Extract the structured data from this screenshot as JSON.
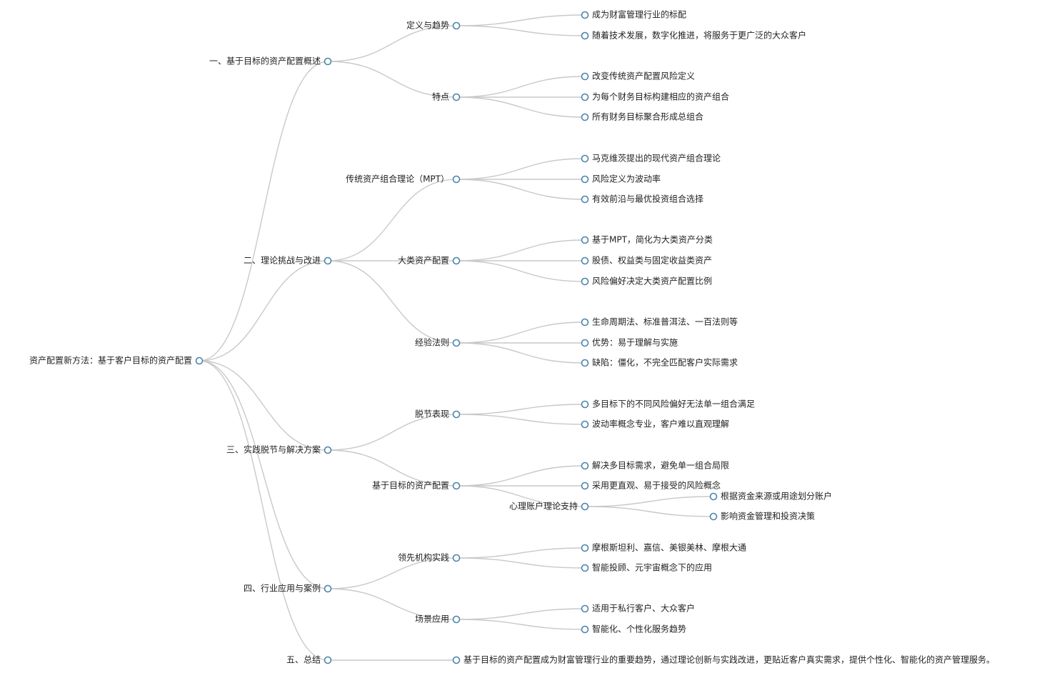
{
  "mindmap": {
    "root": {
      "label": "资产配置新方法：基于客户目标的资产配置",
      "children": [
        {
          "label": "一、基于目标的资产配置概述",
          "children": [
            {
              "label": "定义与趋势",
              "children": [
                {
                  "label": "成为财富管理行业的标配"
                },
                {
                  "label": "随着技术发展，数字化推进，将服务于更广泛的大众客户"
                }
              ]
            },
            {
              "label": "特点",
              "children": [
                {
                  "label": "改变传统资产配置风险定义"
                },
                {
                  "label": "为每个财务目标构建相应的资产组合"
                },
                {
                  "label": "所有财务目标聚合形成总组合"
                }
              ]
            }
          ]
        },
        {
          "label": "二、理论挑战与改进",
          "children": [
            {
              "label": "传统资产组合理论（MPT）",
              "children": [
                {
                  "label": "马克维茨提出的现代资产组合理论"
                },
                {
                  "label": "风险定义为波动率"
                },
                {
                  "label": "有效前沿与最优投资组合选择"
                }
              ]
            },
            {
              "label": "大类资产配置",
              "children": [
                {
                  "label": "基于MPT，简化为大类资产分类"
                },
                {
                  "label": "股债、权益类与固定收益类资产"
                },
                {
                  "label": "风险偏好决定大类资产配置比例"
                }
              ]
            },
            {
              "label": "经验法则",
              "children": [
                {
                  "label": "生命周期法、标准普洱法、一百法则等"
                },
                {
                  "label": "优势：易于理解与实施"
                },
                {
                  "label": "缺陷：僵化，不完全匹配客户实际需求"
                }
              ]
            }
          ]
        },
        {
          "label": "三、实践脱节与解决方案",
          "children": [
            {
              "label": "脱节表现",
              "children": [
                {
                  "label": "多目标下的不同风险偏好无法单一组合满足"
                },
                {
                  "label": "波动率概念专业，客户难以直观理解"
                }
              ]
            },
            {
              "label": "基于目标的资产配置",
              "children": [
                {
                  "label": "解决多目标需求，避免单一组合局限"
                },
                {
                  "label": "采用更直观、易于接受的风险概念"
                },
                {
                  "label": "心理账户理论支持",
                  "children": [
                    {
                      "label": "根据资金来源或用途划分账户"
                    },
                    {
                      "label": "影响资金管理和投资决策"
                    }
                  ]
                }
              ]
            }
          ]
        },
        {
          "label": "四、行业应用与案例",
          "children": [
            {
              "label": "领先机构实践",
              "children": [
                {
                  "label": "摩根斯坦利、嘉信、美银美林、摩根大通"
                },
                {
                  "label": "智能投顾、元宇宙概念下的应用"
                }
              ]
            },
            {
              "label": "场景应用",
              "children": [
                {
                  "label": "适用于私行客户、大众客户"
                },
                {
                  "label": "智能化、个性化服务趋势"
                }
              ]
            }
          ]
        },
        {
          "label": "五、总结",
          "children": [
            {
              "label": "基于目标的资产配置成为财富管理行业的重要趋势，通过理论创新与实践改进，更贴近客户真实需求，提供个性化、智能化的资产管理服务。"
            }
          ]
        }
      ]
    }
  }
}
